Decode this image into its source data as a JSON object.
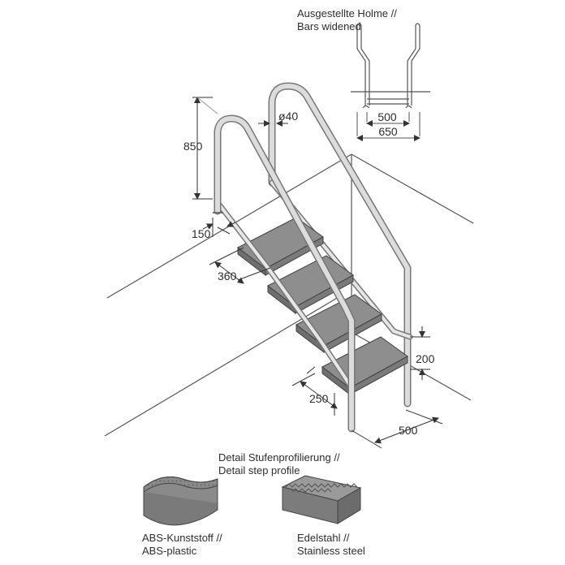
{
  "widened_detail": {
    "title_de": "Ausgestellte Holme //",
    "title_en": "Bars widened",
    "inner_width": "500",
    "outer_width": "650"
  },
  "ladder": {
    "handrail_height": "850",
    "tube_diameter": "ø40",
    "rail_offset": "150",
    "step_depth": "360",
    "step_rise": "200",
    "step_setback": "250",
    "ladder_width": "500"
  },
  "profile_detail": {
    "title_de": "Detail Stufenprofilierung //",
    "title_en": "Detail step profile",
    "abs_de": "ABS-Kunststoff //",
    "abs_en": "ABS-plastic",
    "steel_de": "Edelstahl //",
    "steel_en": "Stainless steel"
  }
}
